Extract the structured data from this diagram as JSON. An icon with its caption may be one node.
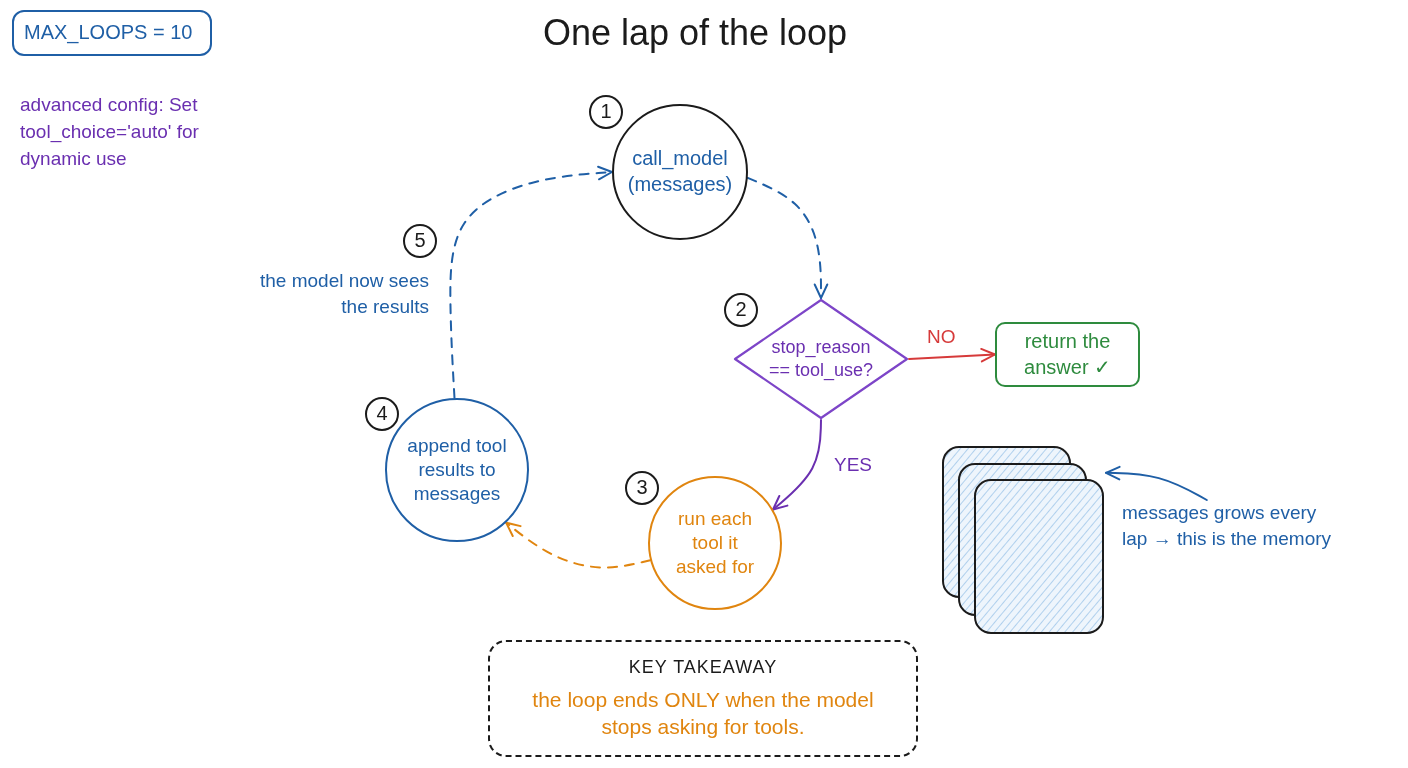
{
  "diagram": {
    "title": "One lap of the loop",
    "nodes": [
      {
        "text": [
          "MAX_LOOPS = 10"
        ]
      },
      {
        "text": [
          "1"
        ]
      },
      {
        "text": [
          "call_model (messages)"
        ]
      },
      {
        "text": [
          "2"
        ]
      },
      {
        "text": [
          "stop_reason == tool_use?"
        ]
      },
      {
        "text": [
          "return the answer ✓"
        ]
      },
      {
        "text": [
          "3"
        ]
      },
      {
        "text": [
          "run each tool it asked for"
        ]
      },
      {
        "text": [
          "4"
        ]
      },
      {
        "text": [
          "append tool results to messages"
        ]
      },
      {
        "text": [
          "5"
        ]
      },
      {
        "text": [],
        "shape": "stack"
      },
      {
        "text": [
          "messages grows every lap → this is the memory"
        ]
      },
      {
        "text": [
          "KEY TAKEAWAY",
          "the loop ends ONLY when the model stops asking for tools."
        ]
      }
    ],
    "edges": [
      {
        "from": 2,
        "to": 4,
        "arrow": "to",
        "style": "dashed"
      },
      {
        "from": 4,
        "to": 5,
        "arrow": "to",
        "label": "NO",
        "color": "#d63a3a"
      },
      {
        "from": 4,
        "to": 7,
        "arrow": "to",
        "label": "YES",
        "color": "#6a2fb0"
      },
      {
        "from": 7,
        "to": 9,
        "arrow": "to",
        "style": "dashed",
        "color": "#e0850f"
      },
      {
        "from": 9,
        "to": 2,
        "arrow": "to",
        "style": "dashed",
        "label": "the model now sees the results"
      },
      {
        "from": 12,
        "to": 11,
        "arrow": "to"
      }
    ],
    "labels": [
      "advanced config: Set tool_choice='auto' for dynamic use"
    ]
  }
}
